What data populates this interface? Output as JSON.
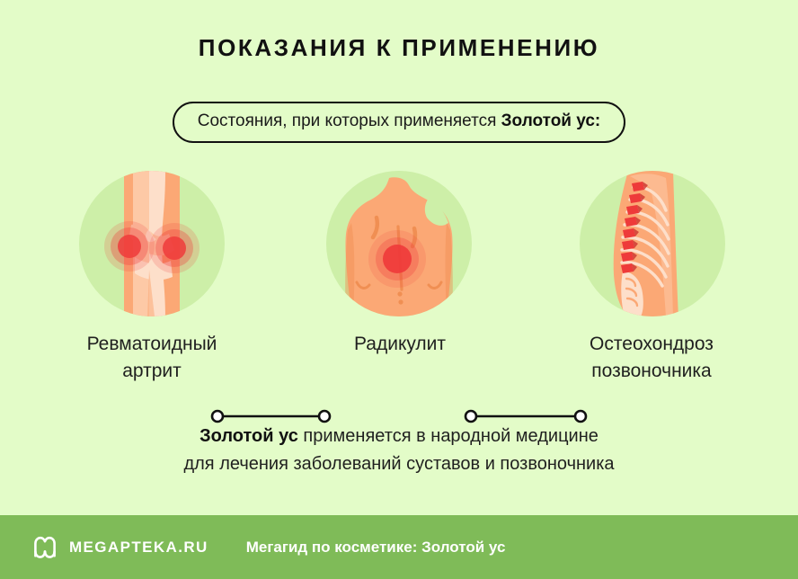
{
  "page": {
    "title": "ПОКАЗАНИЯ К ПРИМЕНЕНИЮ",
    "background_color": "#e3fcc8"
  },
  "badge": {
    "text_regular": "Состояния, при которых применяется ",
    "text_bold": "Золотой ус:"
  },
  "items": [
    {
      "icon": "knee-joint-pain-illustration",
      "label_line1": "Ревматоидный",
      "label_line2": "артрит"
    },
    {
      "icon": "lower-back-pain-illustration",
      "label_line1": "Радикулит",
      "label_line2": ""
    },
    {
      "icon": "spine-ribcage-illustration",
      "label_line1": "Остеохондроз",
      "label_line2": "позвоночника"
    }
  ],
  "caption": {
    "line1_bold": "Золотой ус",
    "line1_rest": " применяется в народной медицине",
    "line2": "для лечения заболеваний суставов и позвоночника"
  },
  "footer": {
    "brand": "MEGAPTEKA.RU",
    "tagline": "Мегагид по косметике: Золотой ус",
    "background_color": "#7fbb58"
  },
  "colors": {
    "page_background": "#e3fcc8",
    "circle_background": "#cdefa8",
    "footer_green": "#7fbb58",
    "skin": "#fba875",
    "skin_light": "#fdc9a6",
    "skin_pale": "#fddfca",
    "pain_red": "#ef3b3b",
    "outline_black": "#111111",
    "text_white": "#ffffff"
  }
}
